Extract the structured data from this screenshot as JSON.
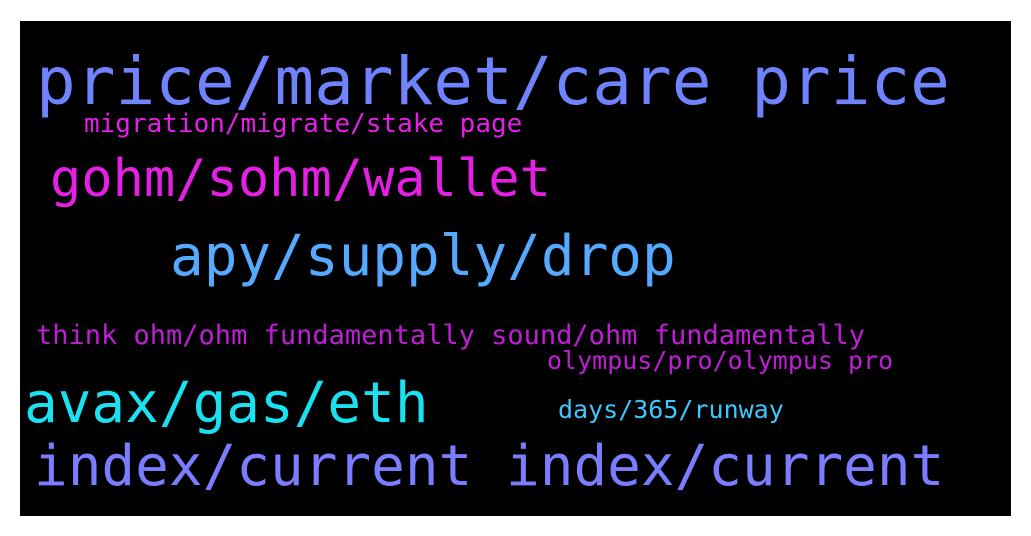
{
  "cloud": {
    "words": [
      {
        "text": "price/market/care price",
        "color": "#6f83ff"
      },
      {
        "text": "migration/migrate/stake page",
        "color": "#e51fe5"
      },
      {
        "text": "gohm/sohm/wallet",
        "color": "#e51fe5"
      },
      {
        "text": "apy/supply/drop",
        "color": "#55aaff"
      },
      {
        "text": "think ohm/ohm fundamentally sound/ohm fundamentally",
        "color": "#c01ed6"
      },
      {
        "text": "olympus/pro/olympus pro",
        "color": "#c01ed6"
      },
      {
        "text": "avax/gas/eth",
        "color": "#19e1f0"
      },
      {
        "text": "days/365/runway",
        "color": "#3fc6ff"
      },
      {
        "text": "index/current index/current",
        "color": "#7a7dff"
      }
    ]
  }
}
